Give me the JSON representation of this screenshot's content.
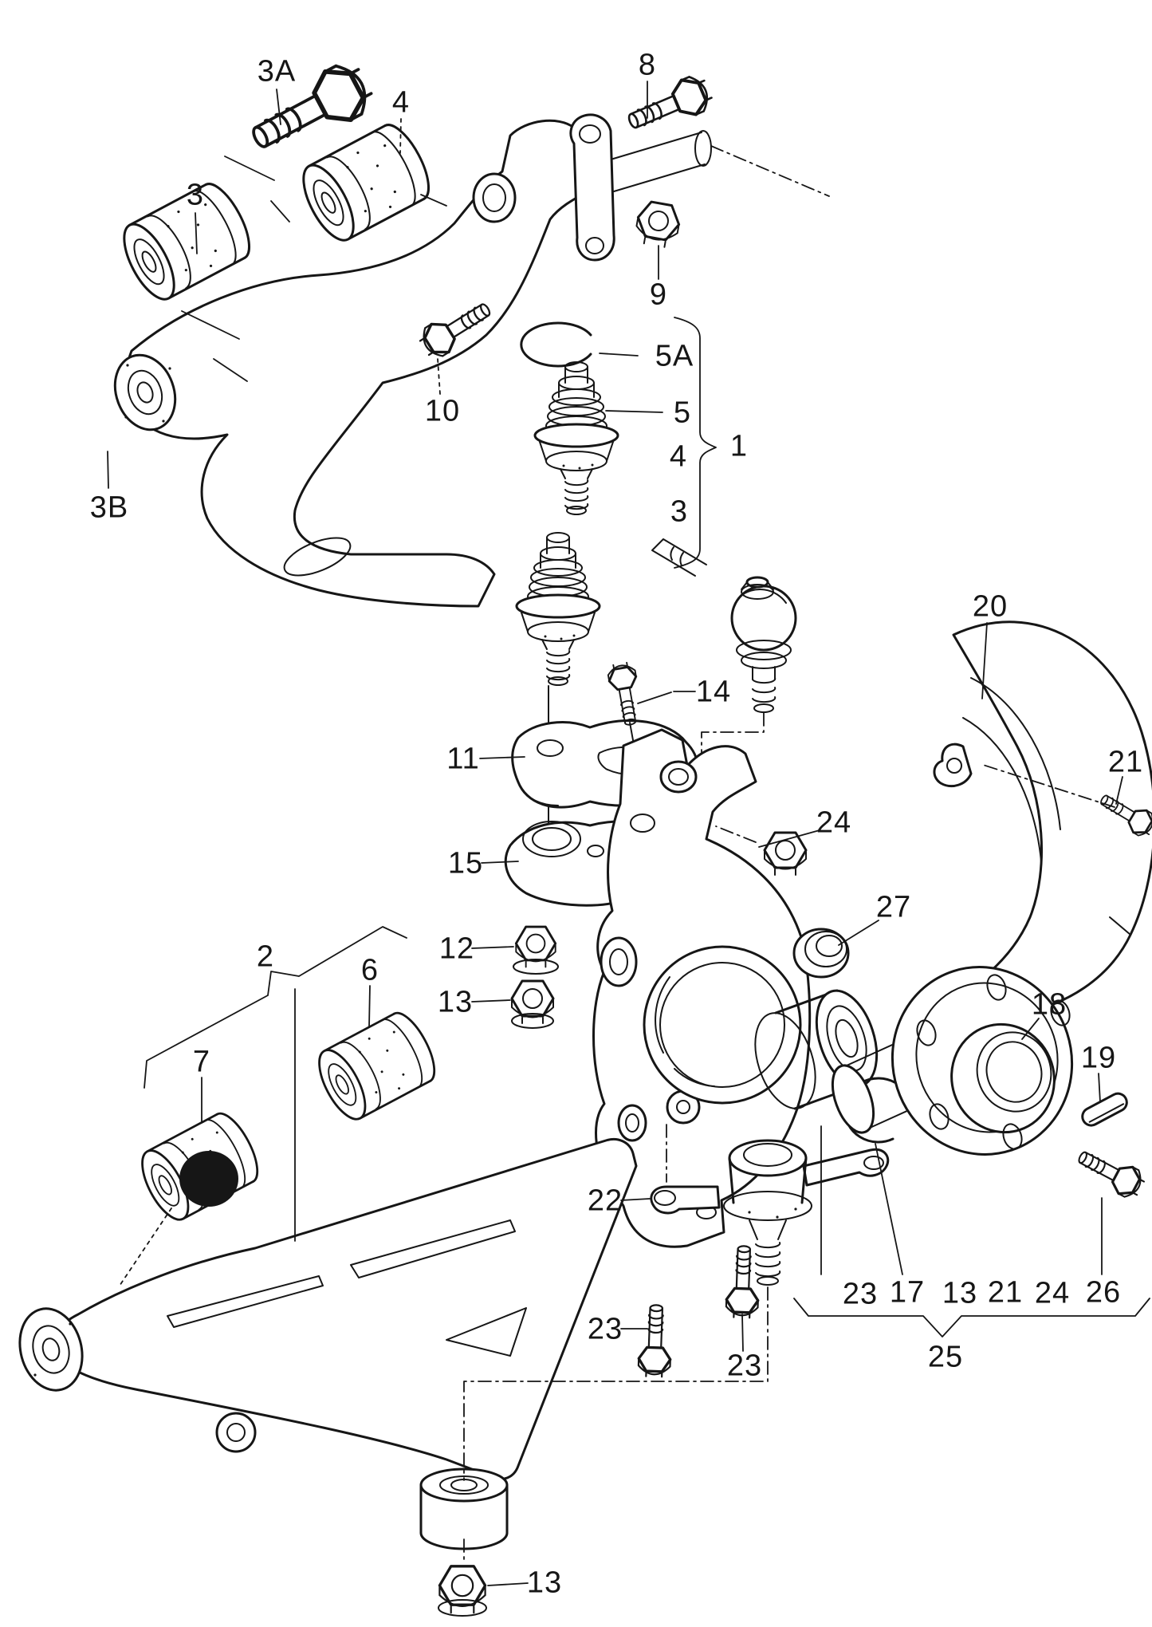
{
  "diagram": {
    "kind": "exploded-parts-diagram",
    "background_color": "#ffffff",
    "line_color": "#161616",
    "highlight_color": "#161616"
  },
  "labels": [
    {
      "text": "3A"
    },
    {
      "text": "4"
    },
    {
      "text": "8"
    },
    {
      "text": "3"
    },
    {
      "text": "9"
    },
    {
      "text": "5A"
    },
    {
      "text": "5"
    },
    {
      "text": "4"
    },
    {
      "text": "1"
    },
    {
      "text": "3"
    },
    {
      "text": "3B"
    },
    {
      "text": "10"
    },
    {
      "text": "20"
    },
    {
      "text": "14"
    },
    {
      "text": "21"
    },
    {
      "text": "11"
    },
    {
      "text": "24"
    },
    {
      "text": "15"
    },
    {
      "text": "27"
    },
    {
      "text": "12"
    },
    {
      "text": "13"
    },
    {
      "text": "2"
    },
    {
      "text": "6"
    },
    {
      "text": "18"
    },
    {
      "text": "19"
    },
    {
      "text": "7"
    },
    {
      "text": "22"
    },
    {
      "text": "23"
    },
    {
      "text": "23"
    },
    {
      "text": "23"
    },
    {
      "text": "17"
    },
    {
      "text": "13"
    },
    {
      "text": "21"
    },
    {
      "text": "24"
    },
    {
      "text": "26"
    },
    {
      "text": "25"
    },
    {
      "text": "13"
    }
  ]
}
